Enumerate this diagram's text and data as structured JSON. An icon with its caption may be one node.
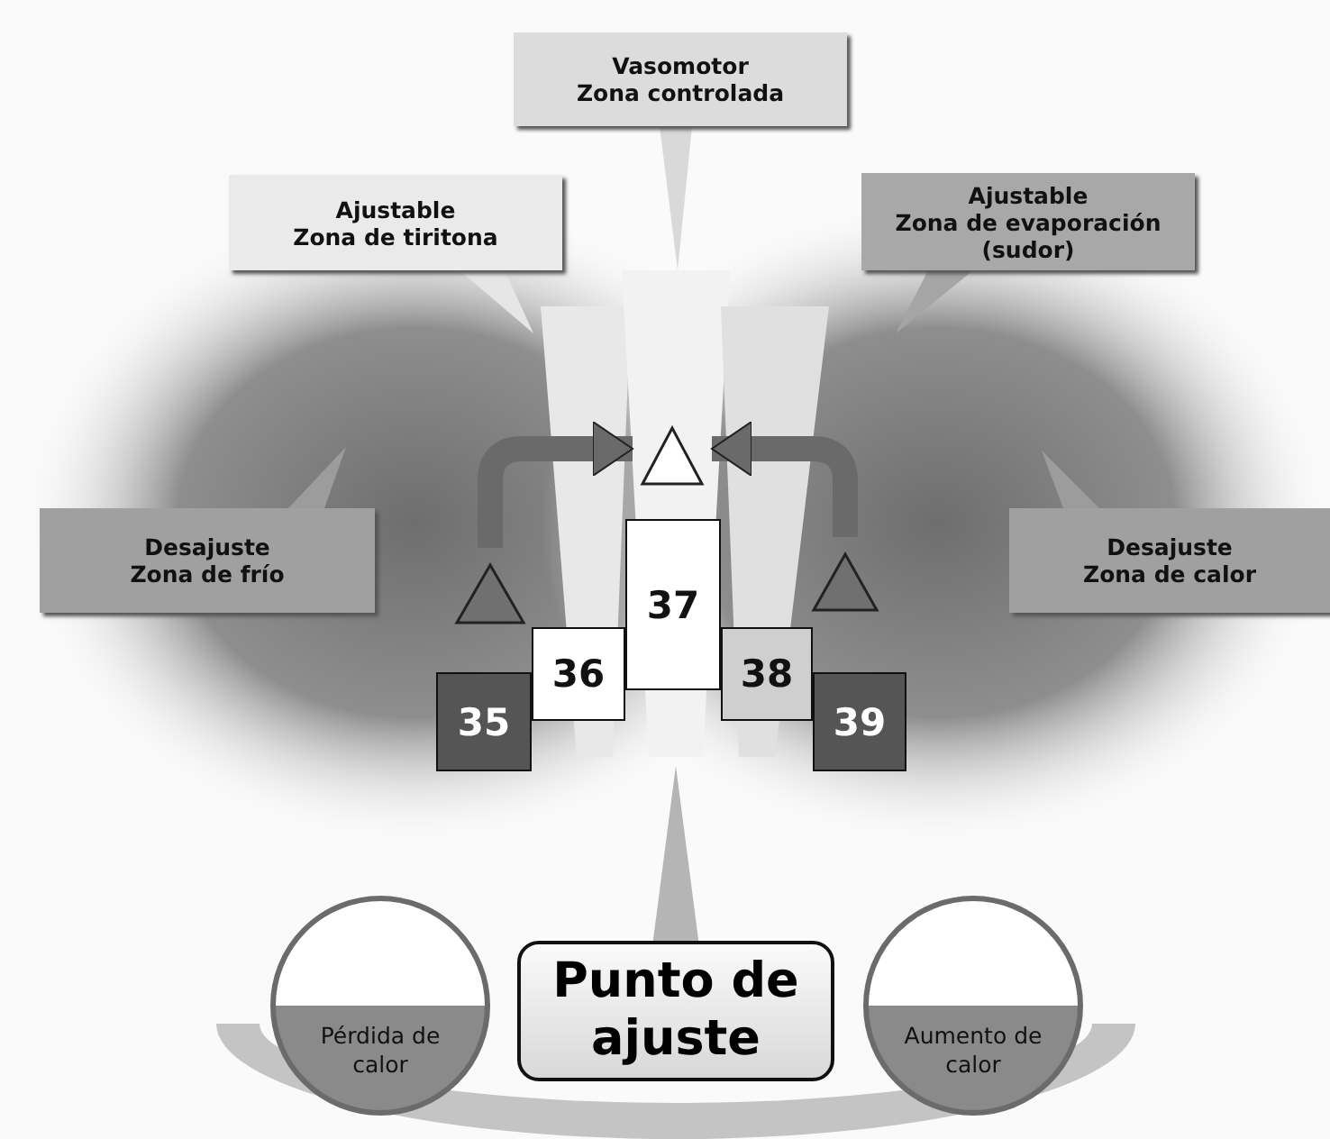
{
  "diagram": {
    "nodes": [
      {
        "text": [
          "Vasomotor",
          "Zona controlada"
        ]
      },
      {
        "text": [
          "Ajustable",
          "Zona de tiritona"
        ]
      },
      {
        "text": [
          "Ajustable",
          "Zona de evaporación (sudor)"
        ]
      },
      {
        "text": [
          "Desajuste",
          "Zona de frío"
        ]
      },
      {
        "text": [
          "Desajuste",
          "Zona de calor"
        ]
      },
      {
        "text": [],
        "shape": "triangle"
      },
      {
        "text": [],
        "shape": "triangle"
      },
      {
        "text": [],
        "shape": "triangle"
      },
      {
        "text": [
          "35"
        ]
      },
      {
        "text": [
          "36"
        ]
      },
      {
        "text": [
          "37"
        ]
      },
      {
        "text": [
          "38"
        ]
      },
      {
        "text": [
          "39"
        ]
      },
      {
        "text": [
          "Pérdida de calor"
        ]
      },
      {
        "text": [
          "Punto de ajuste"
        ]
      },
      {
        "text": [
          "Aumento de calor"
        ]
      }
    ],
    "edges": [
      {
        "from": 5,
        "to": 6,
        "arrow": "to"
      },
      {
        "from": 7,
        "to": 6,
        "arrow": "to"
      }
    ]
  }
}
